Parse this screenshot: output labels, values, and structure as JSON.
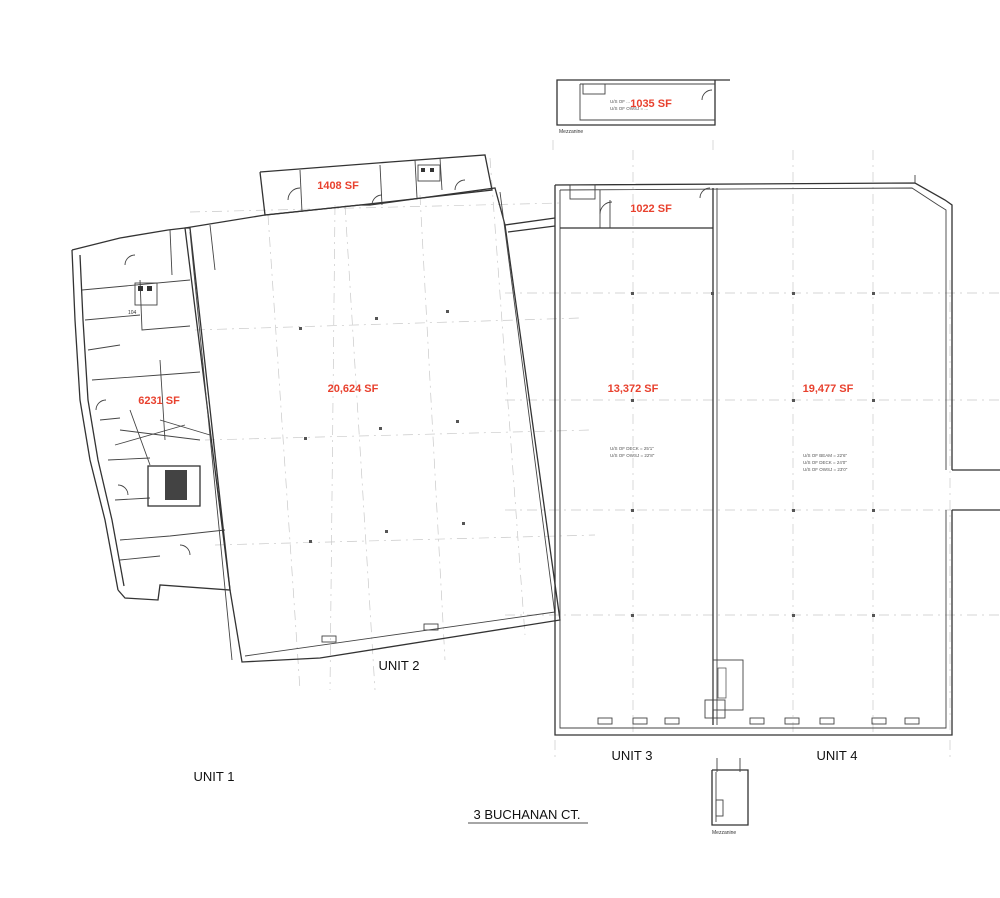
{
  "areas": {
    "unit1_office": "6231 SF",
    "unit2_office": "1408 SF",
    "unit2_warehouse": "20,624 SF",
    "unit3_warehouse": "13,372 SF",
    "unit3_office": "1022 SF",
    "unit3_mezzanine": "1035 SF",
    "unit4_warehouse": "19,477 SF"
  },
  "units": {
    "unit1": "UNIT 1",
    "unit2": "UNIT 2",
    "unit3": "UNIT 3",
    "unit4": "UNIT 4"
  },
  "address": "3 BUCHANAN CT.",
  "mezzanine_labels": {
    "top": "Mezzanine",
    "bottom": "Mezzanine"
  },
  "room_tag": "104",
  "clearance_notes": {
    "unit3": [
      "U/S OF DECK = 25'1\"",
      "U/S OF OWSJ = 22'8\""
    ],
    "unit4": [
      "U/S OF BEAM = 22'6\"",
      "U/S OF DECK = 24'0\"",
      "U/S OF OWSJ = 23'0\""
    ],
    "mezzanine": [
      "U/S OF ...",
      "U/S OF OWSJ = ..."
    ]
  },
  "colors": {
    "area_label": "#e8412e",
    "wall": "#333333",
    "grid": "#c9c9c9"
  }
}
